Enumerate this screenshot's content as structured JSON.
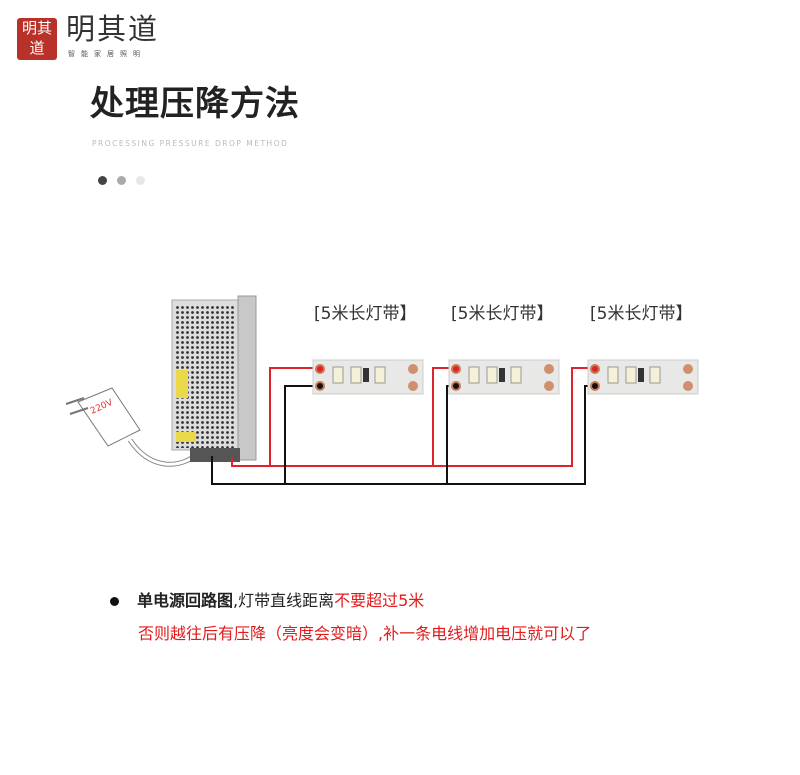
{
  "brand": {
    "seal": "明其道",
    "name": "明其道",
    "tagline": "智能家居照明"
  },
  "header": {
    "title": "处理压降方法",
    "subtitle": "PROCESSING PRESSURE DROP METHOD"
  },
  "pagination": {
    "count": 3,
    "active": 0
  },
  "diagram": {
    "plug_label": "220V",
    "strip_labels": [
      "[5米长灯带】",
      "[5米长灯带】",
      "[5米长灯带】"
    ],
    "colors": {
      "positive": "#e0222a",
      "negative": "#111111"
    }
  },
  "notes": {
    "bold": "单电源回路图",
    "normal": ",灯带直线距离",
    "red1": "不要超过5米",
    "line2": "否则越往后有压降（亮度会变暗）,补一条电线增加电压就可以了"
  }
}
